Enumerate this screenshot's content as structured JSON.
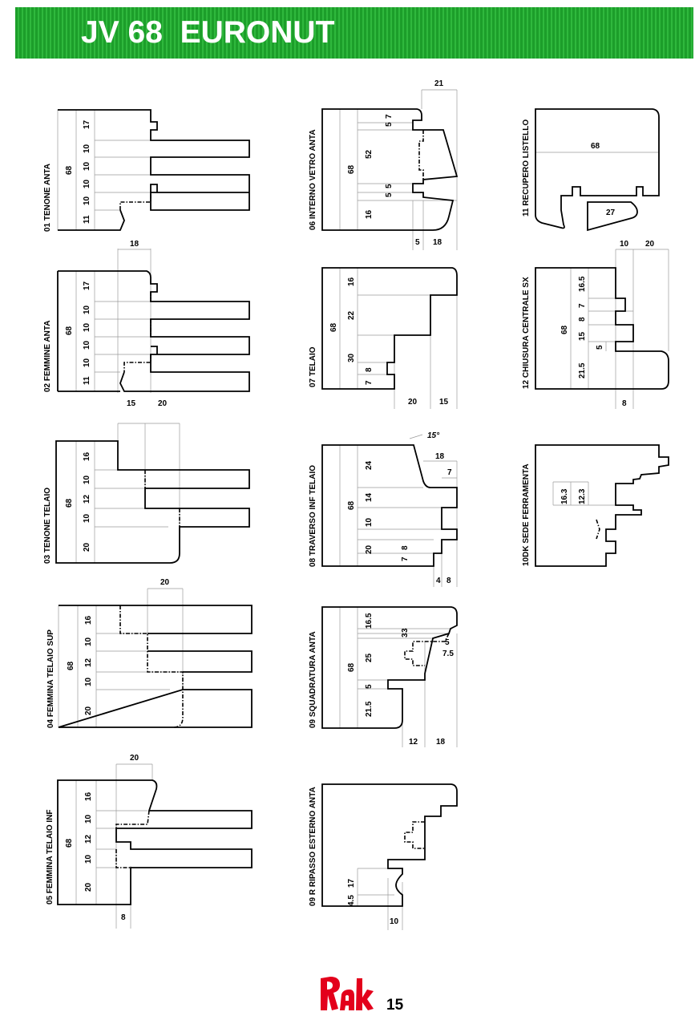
{
  "header": {
    "title": "JV 68  EURONUT",
    "color": "#1fa52e"
  },
  "footer": {
    "page_number": "15",
    "brand_logo_color": "#e3001b"
  },
  "profiles": {
    "p01": {
      "label": "01 TENONE ANTA",
      "dims": [
        "68",
        "17",
        "10",
        "10",
        "10",
        "10",
        "11"
      ]
    },
    "p02": {
      "label": "02 FEMMINE ANTA",
      "dims": [
        "68",
        "17",
        "10",
        "10",
        "10",
        "10",
        "11",
        "18",
        "15",
        "20"
      ]
    },
    "p03": {
      "label": "03 TENONE TELAIO",
      "dims": [
        "68",
        "16",
        "10",
        "12",
        "10",
        "20"
      ]
    },
    "p04": {
      "label": "04 FEMMINA TELAIO SUP",
      "dims": [
        "68",
        "16",
        "10",
        "12",
        "10",
        "20",
        "20"
      ]
    },
    "p05": {
      "label": "05 FEMMINA TELAIO INF",
      "dims": [
        "68",
        "16",
        "10",
        "12",
        "10",
        "20",
        "20",
        "8"
      ]
    },
    "p06": {
      "label": "06 INTERNO VETRO ANTA",
      "dims": [
        "68",
        "52",
        "16",
        "5",
        "7",
        "5",
        "5",
        "21",
        "5",
        "18"
      ]
    },
    "p07": {
      "label": "07 TELAIO",
      "dims": [
        "68",
        "16",
        "22",
        "30",
        "7",
        "8",
        "20",
        "15"
      ]
    },
    "p08": {
      "label": "08 TRAVERSO INF TELAIO",
      "dims": [
        "68",
        "24",
        "14",
        "10",
        "20",
        "7",
        "8",
        "15°",
        "18",
        "7",
        "4",
        "8"
      ]
    },
    "p09": {
      "label": "09 SQUADRATURA ANTA",
      "dims": [
        "68",
        "16.5",
        "25",
        "5",
        "21.5",
        "3",
        "3",
        "5",
        "7.5",
        "12",
        "18"
      ]
    },
    "p09r": {
      "label": "09 R RIPASSO ESTERNO ANTA",
      "dims": [
        "17",
        "4.5",
        "10"
      ]
    },
    "p10": {
      "label": "10DK SEDE FERRAMENTA",
      "dims": [
        "16.3",
        "12.3"
      ]
    },
    "p11": {
      "label": "11 RECUPERO LISTELLO",
      "dims": [
        "68",
        "27"
      ]
    },
    "p12": {
      "label": "12 CHIUSURA CENTRALE SX",
      "dims": [
        "68",
        "16.5",
        "7",
        "8",
        "15",
        "5",
        "21.5",
        "10",
        "20",
        "8"
      ]
    }
  }
}
